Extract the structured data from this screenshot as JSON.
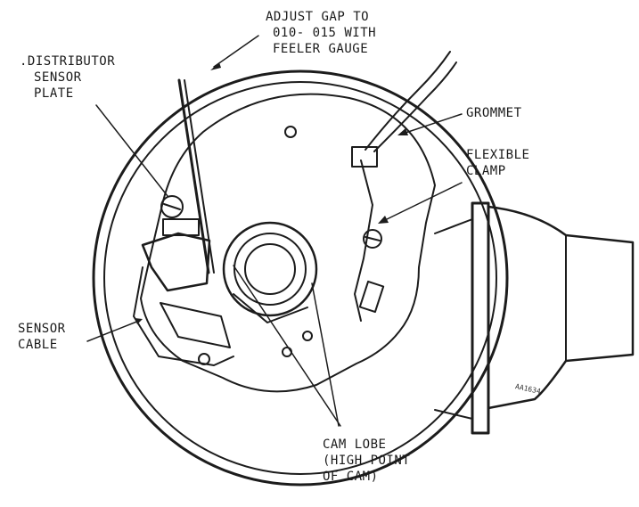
{
  "labels": {
    "adjust_gap": [
      "ADJUST GAP TO",
      "010- 015 WITH",
      "FEELER GAUGE"
    ],
    "distributor_sensor_plate": [
      ".DISTRIBUTOR",
      "SENSOR",
      "PLATE"
    ],
    "grommet": [
      "GROMMET"
    ],
    "flexible_clamp": [
      "FLEXIBLE",
      "CLAMP"
    ],
    "sensor_cable": [
      "SENSOR",
      "CABLE"
    ],
    "cam_lobe": [
      "CAM LOBE",
      "(HIGH POINT",
      "OF CAM)"
    ],
    "figure_code": "AA1634"
  }
}
